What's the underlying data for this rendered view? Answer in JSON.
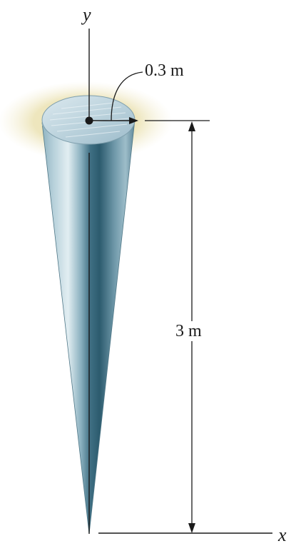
{
  "labels": {
    "y_axis": "y",
    "x_axis": "x",
    "radius": "0.3 m",
    "height": "3 m"
  },
  "colors": {
    "cone_dark": "#2e5e72",
    "cone_mid": "#7fa8b8",
    "cone_light": "#dbe9ef",
    "top_face": "#c9dde6",
    "glow": "#e9e1b4",
    "line": "#1a1a1a"
  }
}
